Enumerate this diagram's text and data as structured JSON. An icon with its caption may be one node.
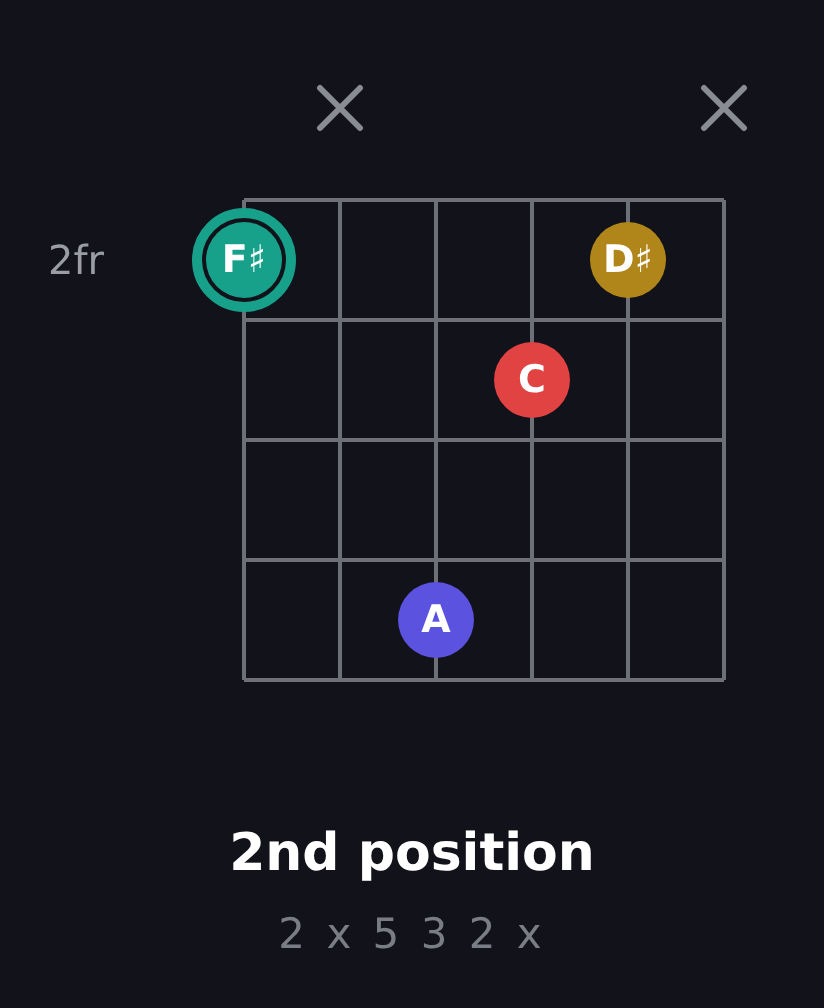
{
  "diagram": {
    "title": "2nd position",
    "nodes": [
      {
        "text": [
          "F♯"
        ]
      },
      {
        "text": [
          "D♯"
        ]
      },
      {
        "text": [
          "C"
        ]
      },
      {
        "text": [
          "A"
        ]
      }
    ],
    "labels": [
      "2fr",
      "2 x 5 3 2 x"
    ]
  }
}
